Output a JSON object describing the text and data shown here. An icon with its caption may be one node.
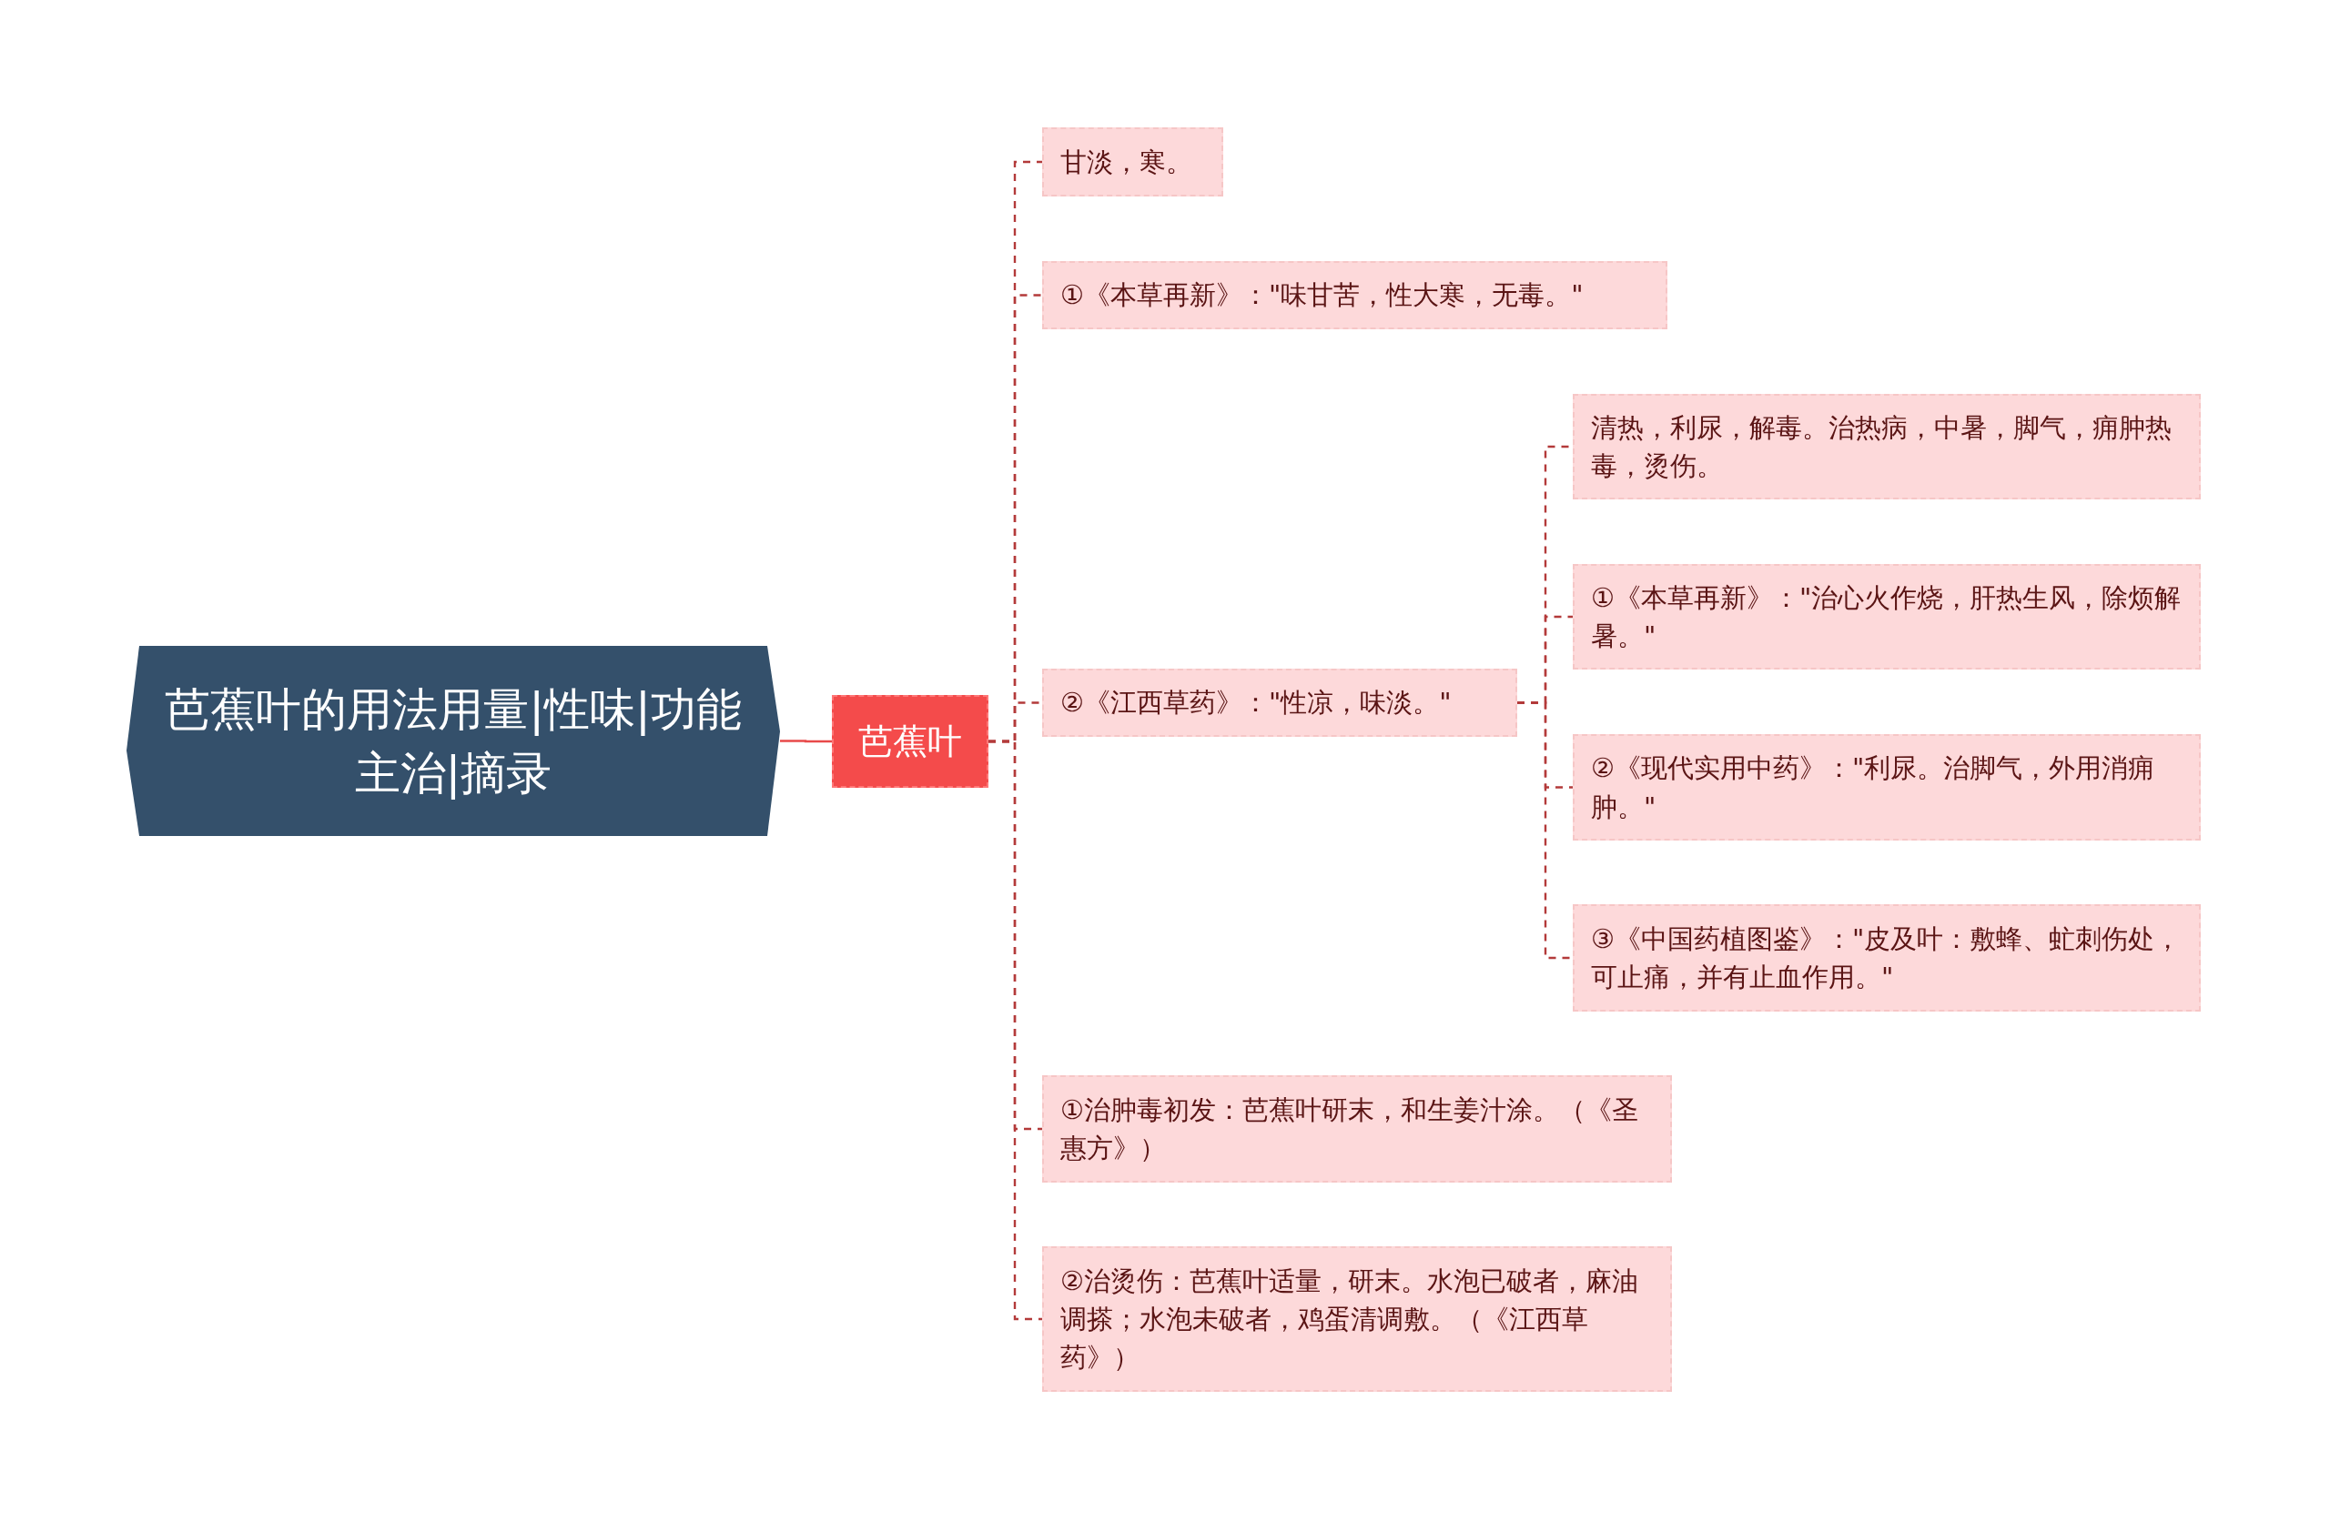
{
  "diagram": {
    "nodes": [
      {
        "text": [
          "芭蕉叶的用法用量|性味|功能主治|摘录"
        ]
      },
      {
        "text": [
          "芭蕉叶"
        ]
      },
      {
        "text": [
          "甘淡，寒。"
        ]
      },
      {
        "text": [
          "①《本草再新》：\"味甘苦，性大寒，无毒。\""
        ]
      },
      {
        "text": [
          "②《江西草药》：\"性凉，味淡。\""
        ]
      },
      {
        "text": [
          "清热，利尿，解毒。治热病，中暑，脚气，痈肿热毒，烫伤。"
        ]
      },
      {
        "text": [
          "①《本草再新》：\"治心火作烧，肝热生风，除烦解暑。\""
        ]
      },
      {
        "text": [
          "②《现代实用中药》：\"利尿。治脚气，外用消痈肿。\""
        ]
      },
      {
        "text": [
          "③《中国药植图鉴》：\"皮及叶：敷蜂、虻刺伤处，可止痛，并有止血作用。\""
        ]
      },
      {
        "text": [
          "①治肿毒初发：芭蕉叶研末，和生姜汁涂。（《圣惠方》）"
        ]
      },
      {
        "text": [
          "②治烫伤：芭蕉叶适量，研末。水泡已破者，麻油调搽；水泡未破者，鸡蛋清调敷。（《江西草药》）"
        ]
      }
    ],
    "edges": [
      {
        "from": 0,
        "to": 1,
        "arrow": "none",
        "color": "#e84a4a"
      },
      {
        "from": 1,
        "to": 2,
        "arrow": "none",
        "style": "dashed"
      },
      {
        "from": 1,
        "to": 3,
        "arrow": "none",
        "style": "dashed"
      },
      {
        "from": 1,
        "to": 4,
        "arrow": "none",
        "style": "dashed"
      },
      {
        "from": 1,
        "to": 9,
        "arrow": "none",
        "style": "dashed"
      },
      {
        "from": 1,
        "to": 10,
        "arrow": "none",
        "style": "dashed"
      },
      {
        "from": 4,
        "to": 5,
        "arrow": "none",
        "style": "dashed"
      },
      {
        "from": 4,
        "to": 6,
        "arrow": "none",
        "style": "dashed"
      },
      {
        "from": 4,
        "to": 7,
        "arrow": "none",
        "style": "dashed"
      },
      {
        "from": 4,
        "to": 8,
        "arrow": "none",
        "style": "dashed"
      }
    ]
  }
}
